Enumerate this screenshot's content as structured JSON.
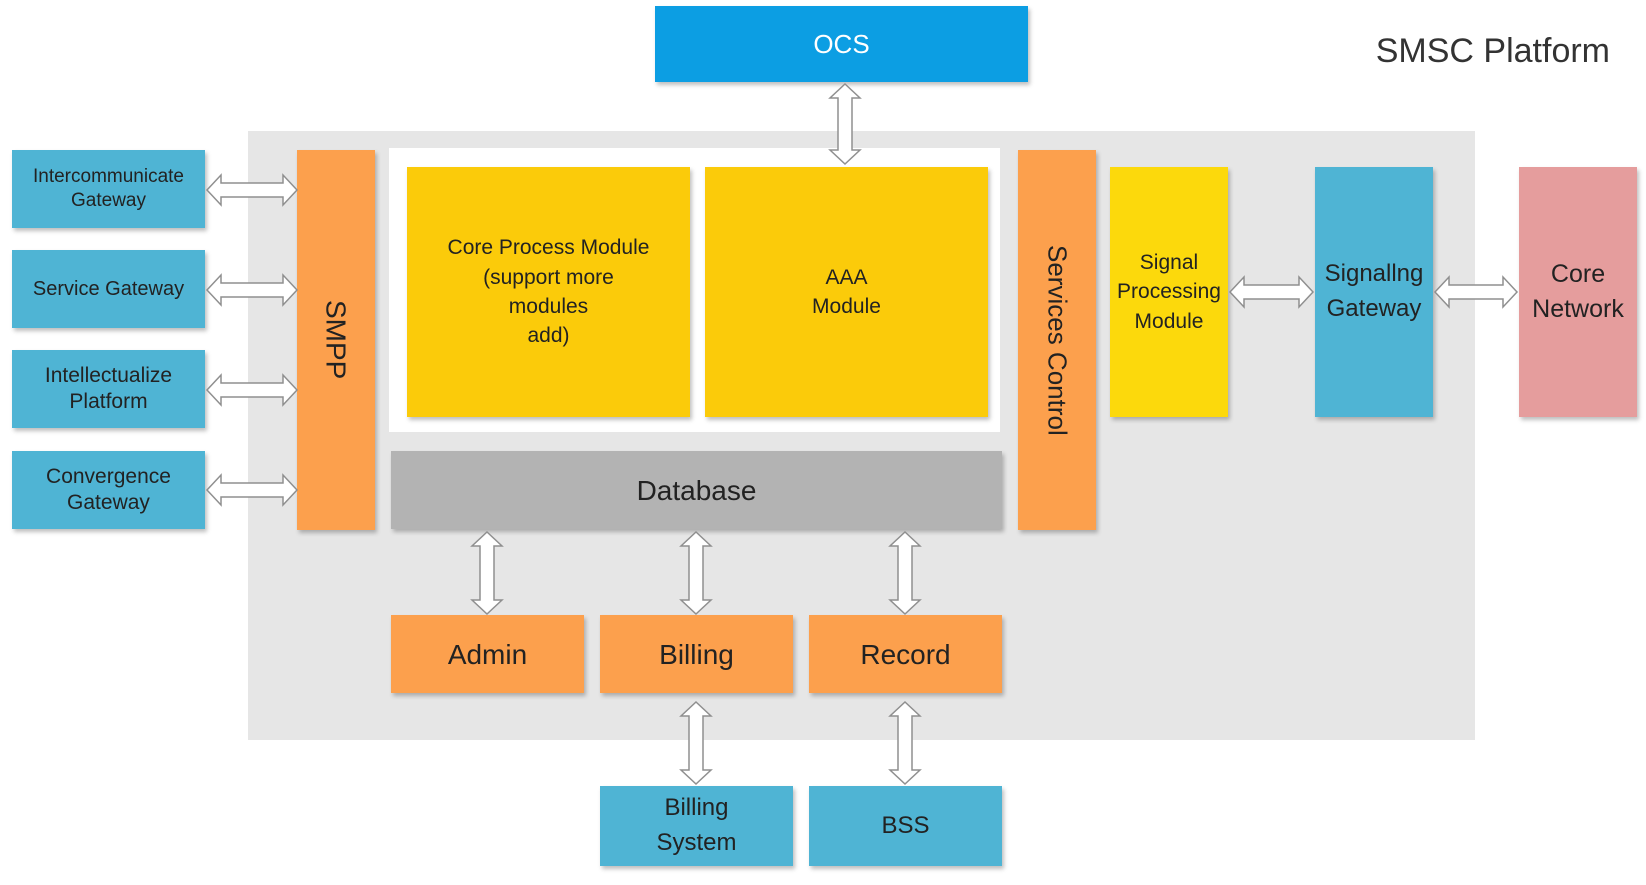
{
  "title": "SMSC Platform",
  "nodes": {
    "ocs": "OCS",
    "intercommunicate_gateway": "Intercommunicate\nGateway",
    "service_gateway": "Service Gateway",
    "intellectualize_platform": "Intellectualize\nPlatform",
    "convergence_gateway": "Convergence\nGateway",
    "smpp": "SMPP",
    "core_process_module": "Core Process Module\n(support more\nmodules\nadd)",
    "aaa_module": "AAA\nModule",
    "services_control": "Services Control",
    "signal_processing_module": "Signal\nProcessing\nModule",
    "signalling_gateway": "Signallng\nGateway",
    "core_network": "Core\nNetwork",
    "database": "Database",
    "admin": "Admin",
    "billing": "Billing",
    "record": "Record",
    "billing_system": "Billing\nSystem",
    "bss": "BSS"
  },
  "colors": {
    "blue": "#4fb4d4",
    "orange": "#fca04d",
    "yellow": "#fbcb0a",
    "pink": "#e59d9d",
    "gray": "#b3b3b3",
    "ocs": "#0c9ee3",
    "platform_bg": "#e6e6e6"
  }
}
